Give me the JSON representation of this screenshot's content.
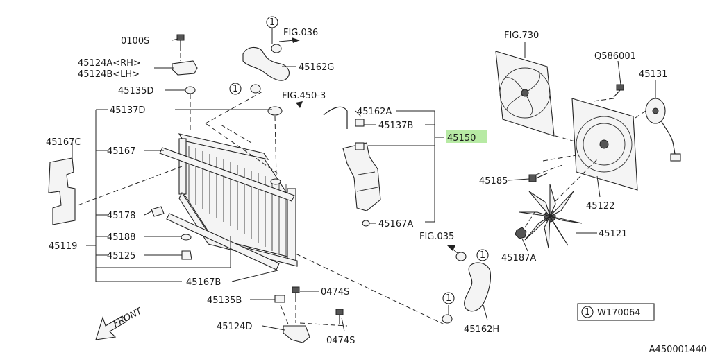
{
  "labels": {
    "l_0100s": "0100S",
    "l_45124a": "45124A<RH>",
    "l_45124b": "45124B<LH>",
    "l_45135d": "45135D",
    "l_45137d": "45137D",
    "l_45167c": "45167C",
    "l_45167": "45167",
    "l_45178": "45178",
    "l_45188": "45188",
    "l_45119": "45119",
    "l_45125": "45125",
    "l_45167b": "45167B",
    "l_45135b": "45135B",
    "l_0474s_a": "0474S",
    "l_45124d": "45124D",
    "l_0474s_b": "0474S",
    "l_fig036": "FIG.036",
    "l_45162g": "45162G",
    "l_fig4503": "FIG.450-3",
    "l_45162a": "45162A",
    "l_45137b": "45137B",
    "l_45150": "45150",
    "l_45167a": "45167A",
    "l_fig035": "FIG.035",
    "l_45162h": "45162H",
    "l_fig730": "FIG.730",
    "l_q586001": "Q586001",
    "l_45131": "45131",
    "l_45185": "45185",
    "l_45122": "45122",
    "l_45121": "45121",
    "l_45187a": "45187A",
    "l_w170064": "W170064",
    "l_front": "FRONT",
    "l_ref": "A450001440",
    "callout_number": "1"
  },
  "colors": {
    "highlight": "#b7eaa4",
    "line": "#222222"
  },
  "icons": {
    "front_arrow": "arrow-down-left-icon",
    "callout": "circled-number-icon"
  }
}
